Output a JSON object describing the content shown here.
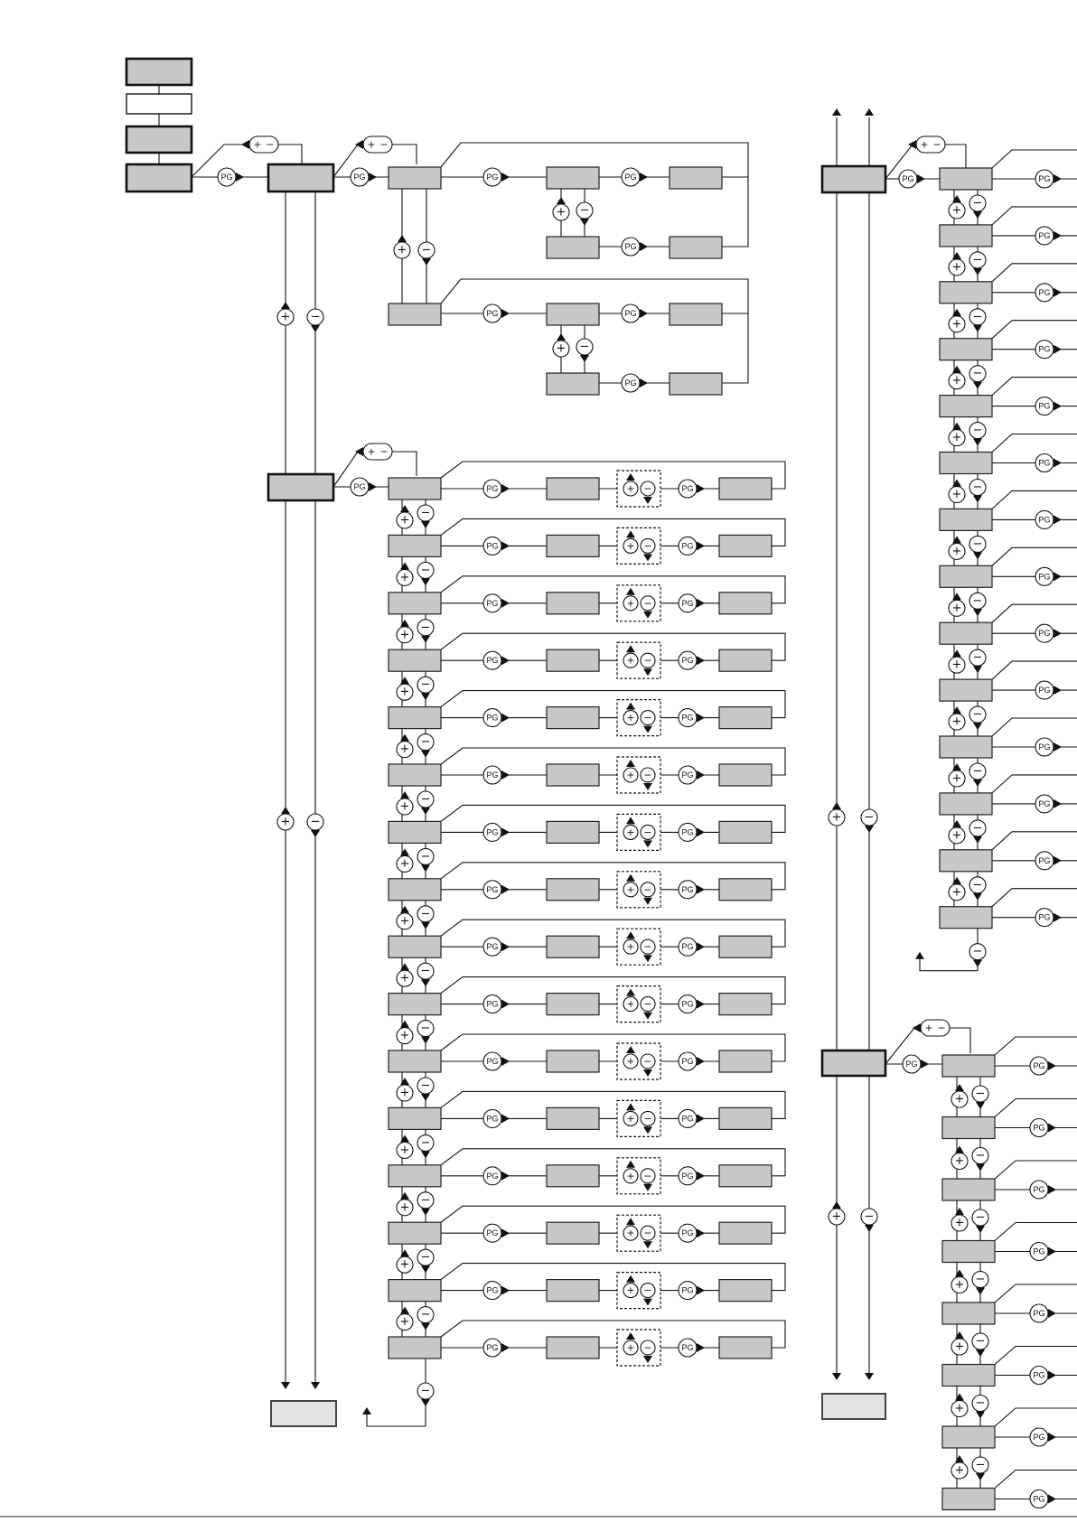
{
  "symbols": {
    "plus": "+",
    "minus": "−",
    "pg": "PG",
    "plus_minus_up": "+",
    "plus_minus_down": "−"
  },
  "sections": {
    "top_menu_branches": 2,
    "left_sub_menu_rows": 16,
    "right_upper_rows": 14,
    "right_lower_rows": 8
  },
  "colors": {
    "box_fill": "#c8c8c8",
    "exit_box_fill": "#e4e4e4",
    "line": "#111111"
  }
}
